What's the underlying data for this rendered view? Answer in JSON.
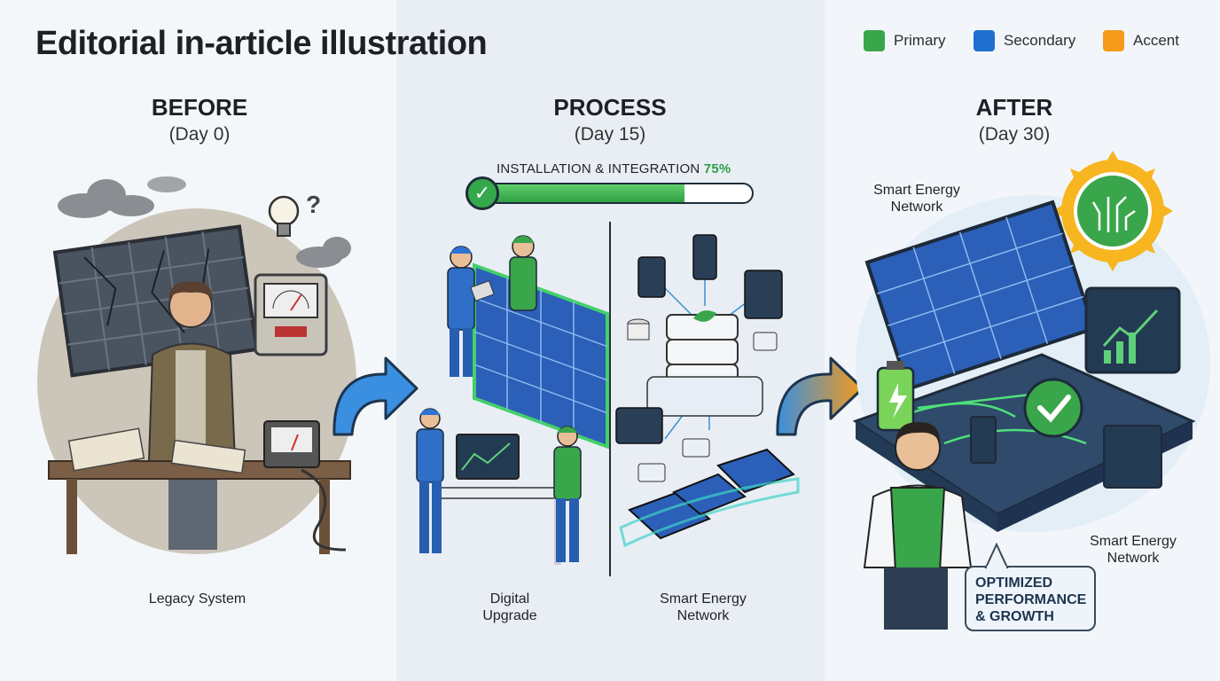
{
  "title": "Editorial in-article illustration",
  "legend": [
    {
      "label": "Primary",
      "color": "#3aa64b"
    },
    {
      "label": "Secondary",
      "color": "#1f6fd1"
    },
    {
      "label": "Accent",
      "color": "#f59a1b"
    }
  ],
  "stages": [
    {
      "title": "BEFORE",
      "subtitle": "(Day 0)"
    },
    {
      "title": "PROCESS",
      "subtitle": "(Day 15)"
    },
    {
      "title": "AFTER",
      "subtitle": "(Day 30)"
    }
  ],
  "progress": {
    "label": "INSTALLATION & INTEGRATION",
    "percent_text": "75%",
    "value": 0.75
  },
  "captions": {
    "legacy": "Legacy System",
    "digital_1": "Digital",
    "digital_2": "Upgrade",
    "smart_mid_1": "Smart Energy",
    "smart_mid_2": "Network",
    "smart_top_1": "Smart Energy",
    "smart_top_2": "Network",
    "smart_right_1": "Smart Energy",
    "smart_right_2": "Network",
    "bubble_1": "OPTIMIZED",
    "bubble_2": "PERFORMANCE",
    "bubble_3": "& GROWTH"
  },
  "question_mark": "?",
  "icons": [
    "lightbulb-icon",
    "check-icon",
    "sun-circuit-icon",
    "leaf-icon",
    "battery-icon",
    "chart-icon"
  ]
}
